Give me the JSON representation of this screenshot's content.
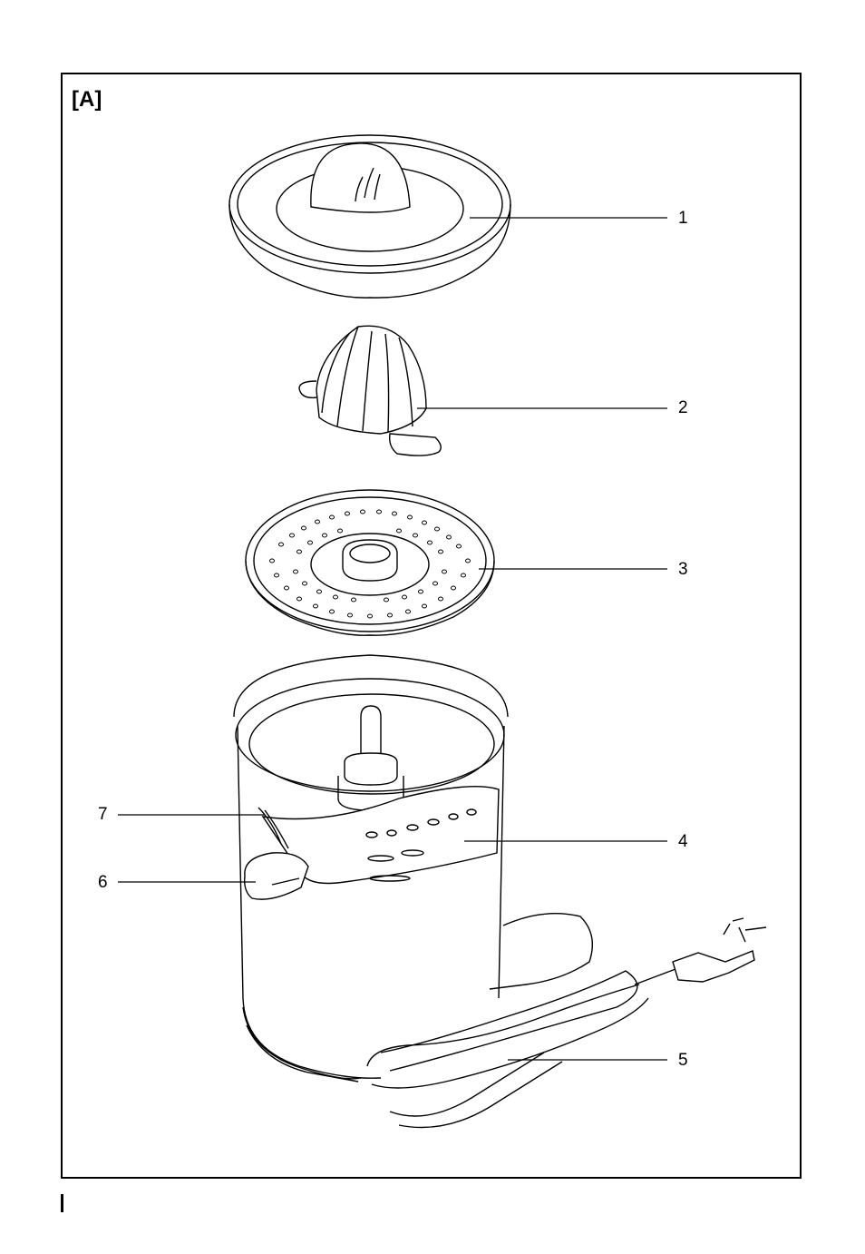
{
  "figure": {
    "label": "[A]",
    "callouts": {
      "c1": "1",
      "c2": "2",
      "c3": "3",
      "c4": "4",
      "c5": "5",
      "c6": "6",
      "c7": "7"
    }
  },
  "parts": [
    {
      "number": "1",
      "icon": "dust-cover-icon"
    },
    {
      "number": "2",
      "icon": "juicing-cone-icon"
    },
    {
      "number": "3",
      "icon": "pulp-filter-icon"
    },
    {
      "number": "4",
      "icon": "juice-container-icon"
    },
    {
      "number": "5",
      "icon": "power-cord-icon"
    },
    {
      "number": "6",
      "icon": "spout-icon"
    },
    {
      "number": "7",
      "icon": "drip-stop-icon"
    }
  ]
}
